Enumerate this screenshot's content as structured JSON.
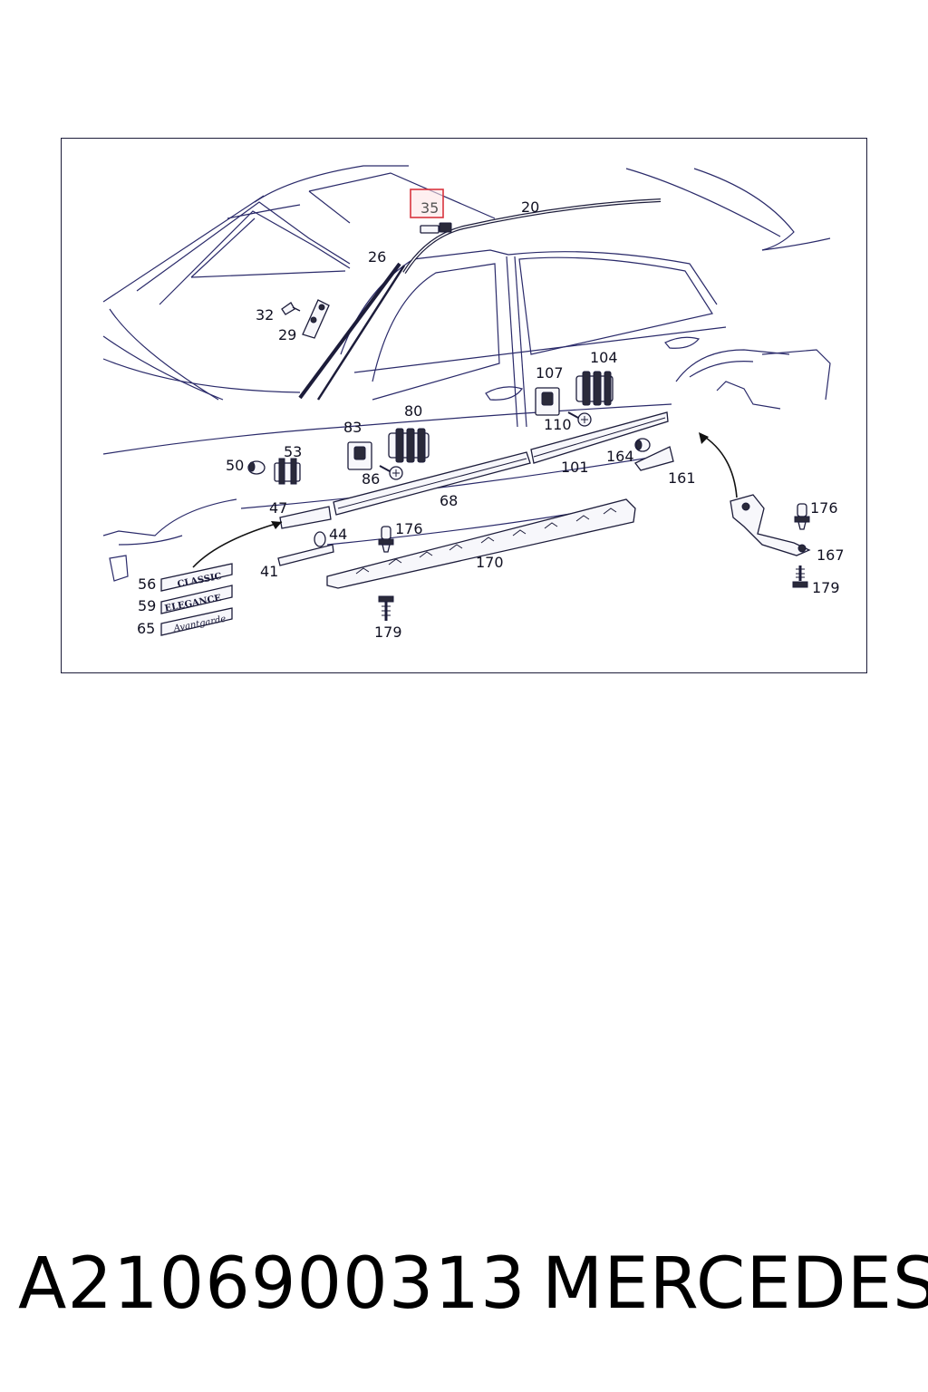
{
  "diagram": {
    "highlighted_callout": "35",
    "callouts": [
      "20",
      "26",
      "29",
      "32",
      "35",
      "41",
      "44",
      "47",
      "50",
      "53",
      "56",
      "59",
      "65",
      "68",
      "80",
      "83",
      "86",
      "101",
      "104",
      "107",
      "110",
      "161",
      "164",
      "167",
      "170",
      "176",
      "176",
      "179",
      "179"
    ],
    "badges": {
      "classic": "CLASSIC",
      "elegance": "ELEGANCE",
      "avantgarde": "Avantgarde"
    },
    "highlight_color": "#d9343e"
  },
  "footer": {
    "part_number": "A2106900313",
    "brand": "MERCEDES"
  }
}
